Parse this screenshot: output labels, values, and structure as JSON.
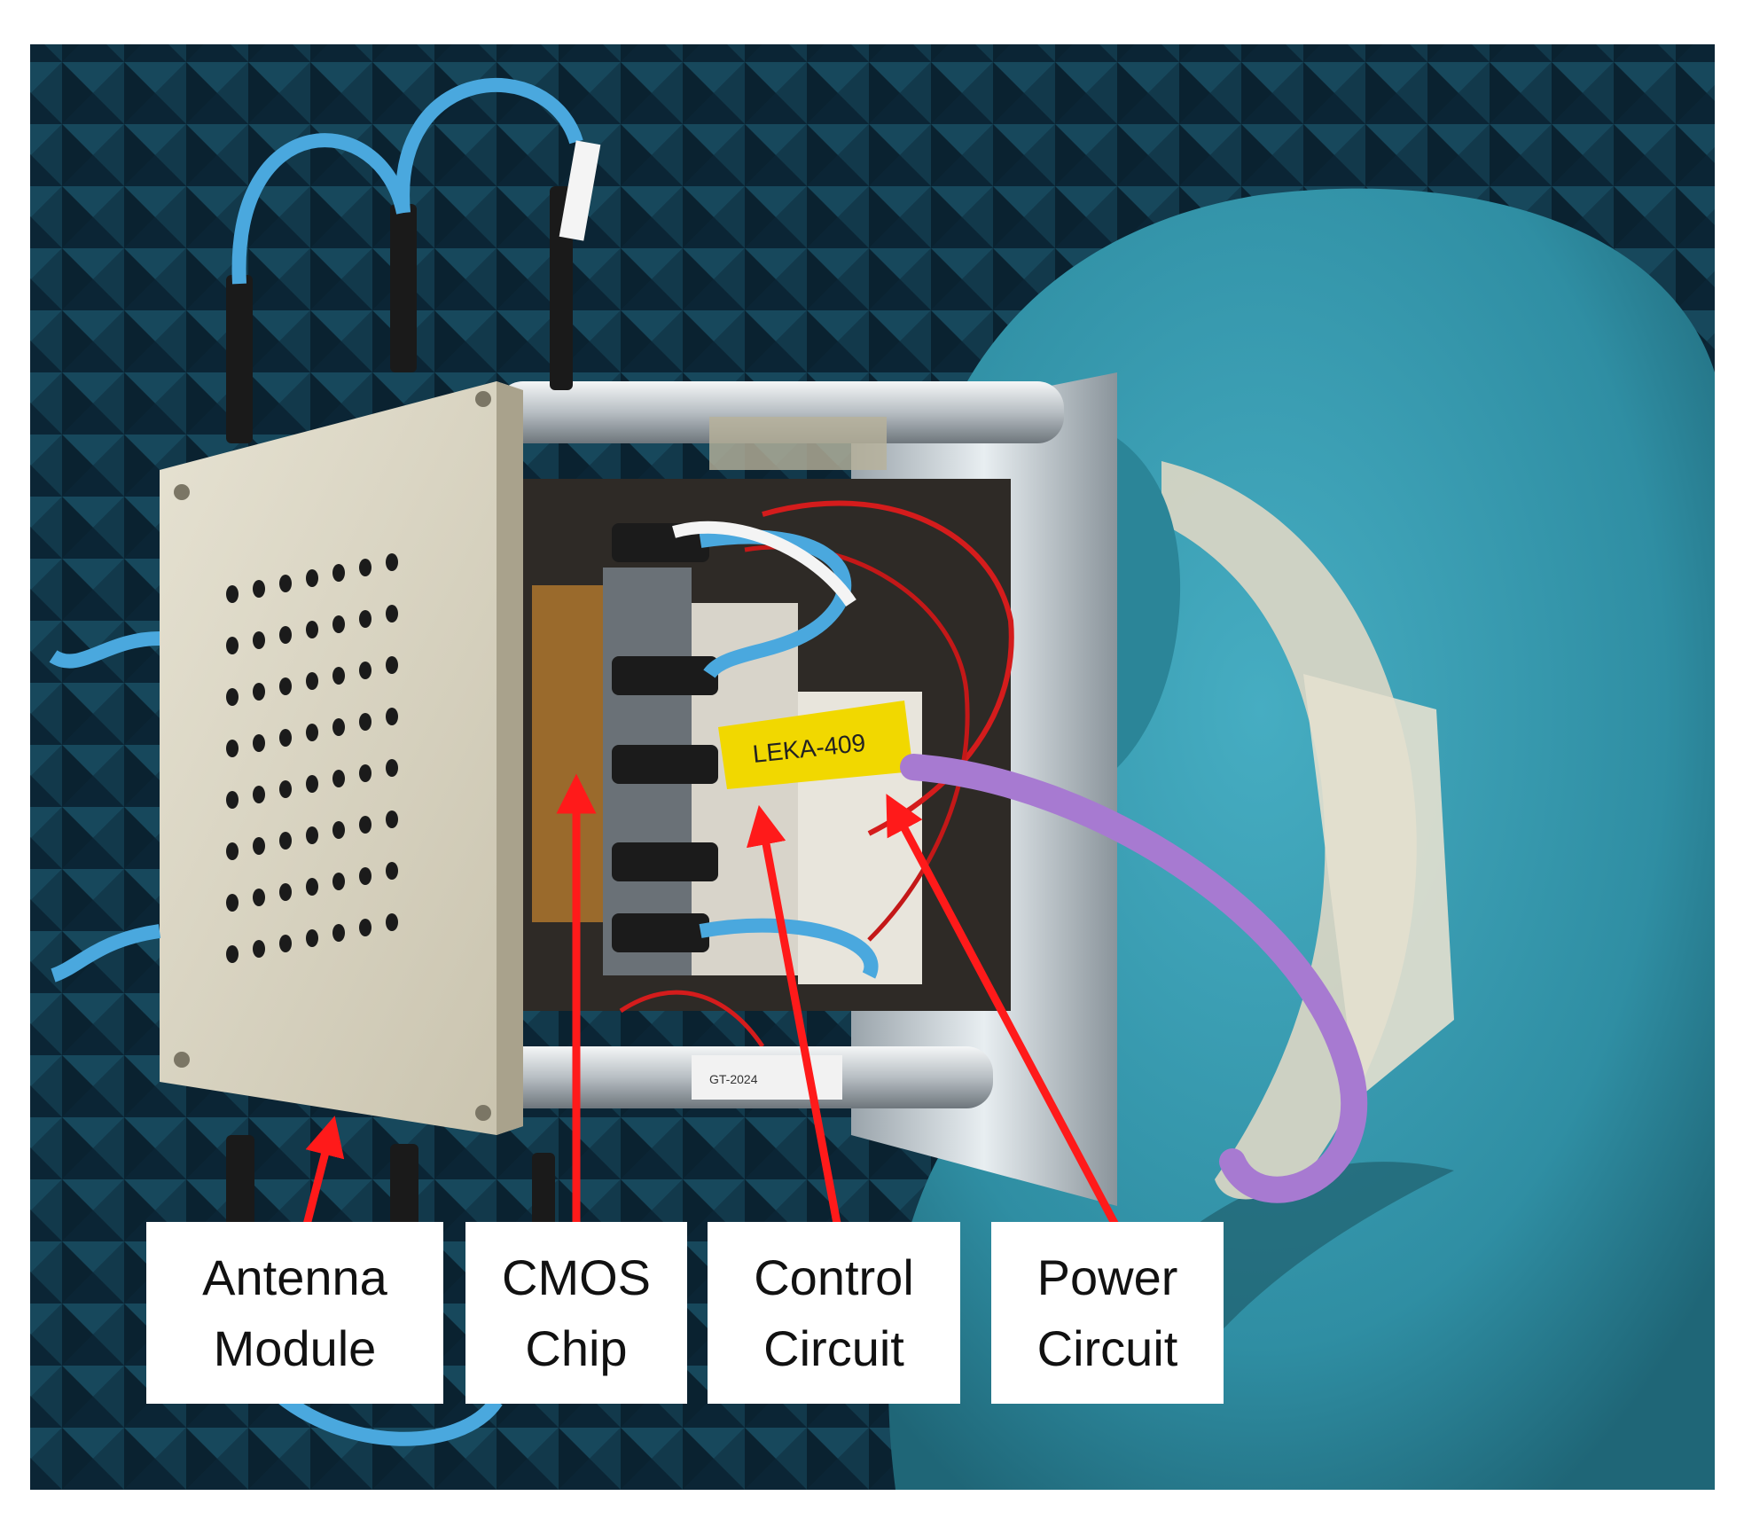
{
  "colors": {
    "background": "#ffffff",
    "chamber": "#0f2f3e",
    "foam": "#3a9cb0",
    "arrow": "#ff1a1a",
    "label_box": "#ffffff",
    "label_text": "#111111"
  },
  "photo": {
    "cable_tag": "LEKA-409",
    "sticker": "GT-2024"
  },
  "callouts": [
    {
      "line1": "Antenna",
      "line2": "Module"
    },
    {
      "line1": "CMOS",
      "line2": "Chip"
    },
    {
      "line1": "Control",
      "line2": "Circuit"
    },
    {
      "line1": "Power",
      "line2": "Circuit"
    }
  ]
}
